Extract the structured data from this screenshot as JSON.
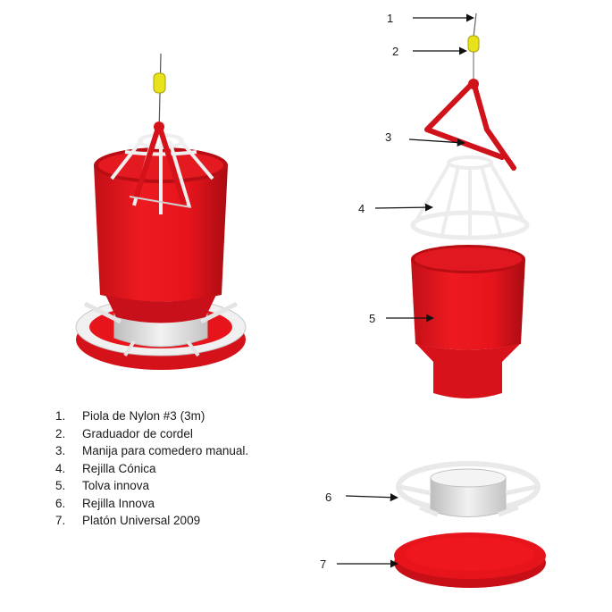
{
  "legend": [
    {
      "num": "1.",
      "text": "Piola de Nylon #3 (3m)"
    },
    {
      "num": "2.",
      "text": "Graduador de cordel"
    },
    {
      "num": "3.",
      "text": "Manija para comedero manual."
    },
    {
      "num": "4.",
      "text": "Rejilla Cónica"
    },
    {
      "num": "5.",
      "text": "Tolva innova"
    },
    {
      "num": "6.",
      "text": "Rejilla Innova"
    },
    {
      "num": "7.",
      "text": "Platón Universal 2009"
    }
  ],
  "callouts": [
    "1",
    "2",
    "3",
    "4",
    "5",
    "6",
    "7"
  ],
  "colors": {
    "feeder_red": "#e8141c",
    "feeder_dark_red": "#b50d14",
    "grid_white": "#ececec",
    "cord_yellow": "#e8e21a"
  }
}
